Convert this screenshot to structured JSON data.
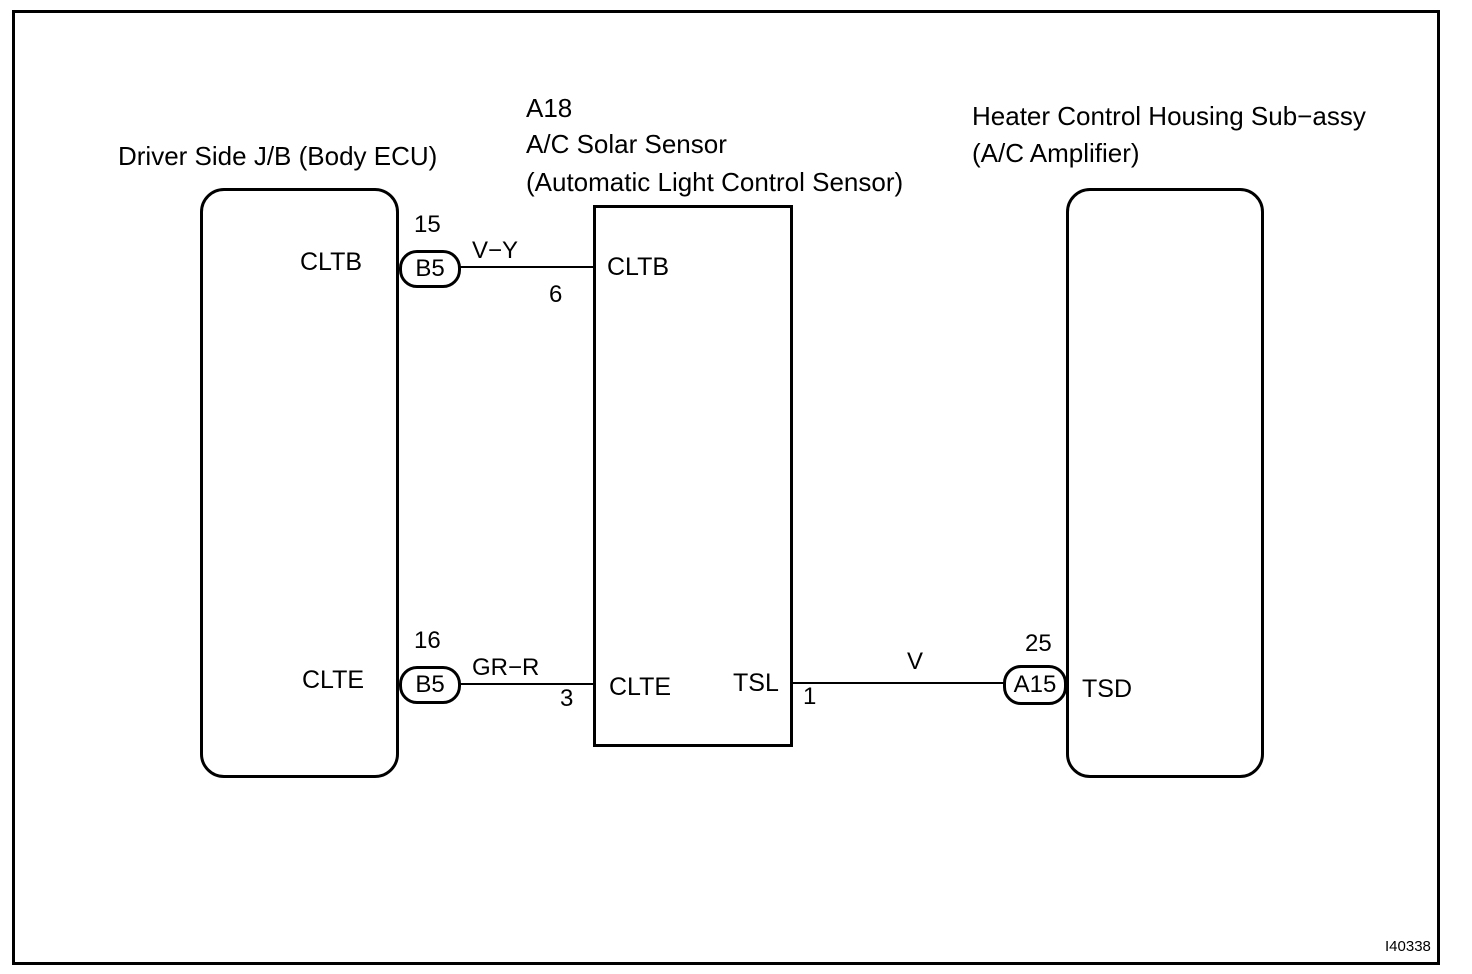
{
  "components": {
    "body_ecu": {
      "title": "Driver Side J/B (Body ECU)",
      "pins": {
        "cltb": "CLTB",
        "clte": "CLTE"
      }
    },
    "solar_sensor": {
      "code": "A18",
      "title_line1": "A/C Solar Sensor",
      "title_line2": "(Automatic Light Control Sensor)",
      "pins": {
        "cltb": "CLTB",
        "clte": "CLTE",
        "tsl": "TSL"
      },
      "pin_numbers": {
        "cltb": "6",
        "clte": "3",
        "tsl": "1"
      }
    },
    "ac_amplifier": {
      "title_line1": "Heater Control Housing Sub−assy",
      "title_line2": "(A/C Amplifier)",
      "pins": {
        "tsd": "TSD"
      }
    }
  },
  "connectors": {
    "b5_top": {
      "label": "B5",
      "pin": "15"
    },
    "b5_bottom": {
      "label": "B5",
      "pin": "16"
    },
    "a15": {
      "label": "A15",
      "pin": "25"
    }
  },
  "wires": {
    "top": {
      "color_code": "V−Y"
    },
    "bottom": {
      "color_code": "GR−R"
    },
    "right": {
      "color_code": "V"
    }
  },
  "figure_id": "I40338"
}
